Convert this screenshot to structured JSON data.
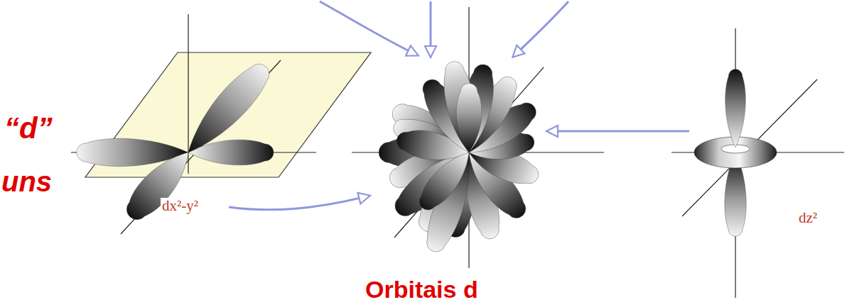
{
  "diagram": {
    "labels": [
      "“d”",
      "uns",
      "dx²-y²",
      "Orbitais d",
      "dz²"
    ]
  }
}
